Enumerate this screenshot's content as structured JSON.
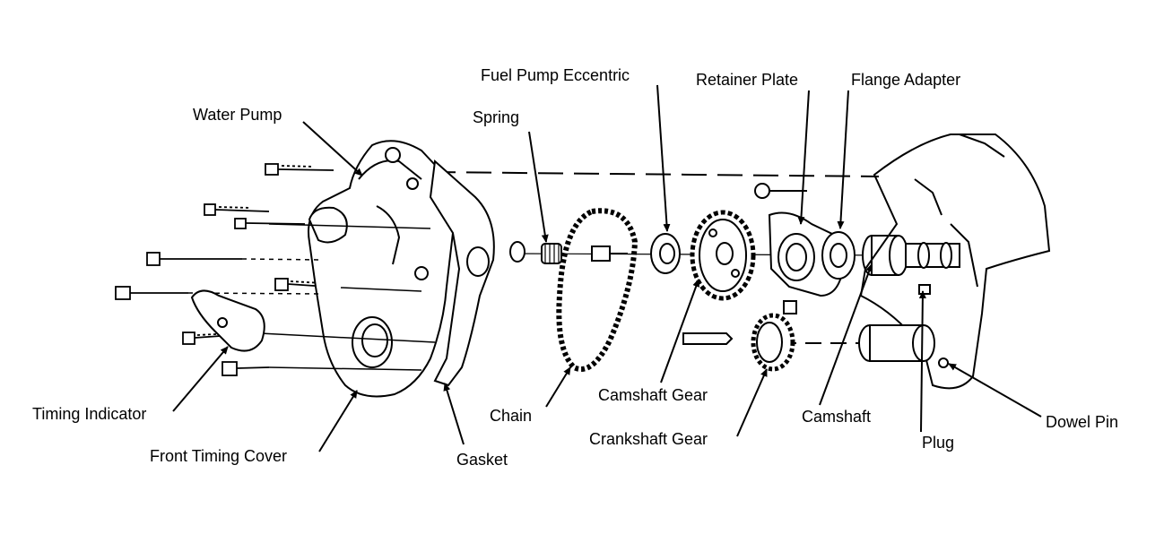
{
  "labels": {
    "fuel_pump_eccentric": "Fuel Pump Eccentric",
    "retainer_plate": "Retainer Plate",
    "flange_adapter": "Flange Adapter",
    "water_pump": "Water Pump",
    "spring": "Spring",
    "camshaft_gear": "Camshaft Gear",
    "chain": "Chain",
    "camshaft": "Camshaft",
    "dowel_pin": "Dowel Pin",
    "timing_indicator": "Timing Indicator",
    "crankshaft_gear": "Crankshaft Gear",
    "plug": "Plug",
    "front_timing_cover": "Front Timing Cover",
    "gasket": "Gasket"
  }
}
